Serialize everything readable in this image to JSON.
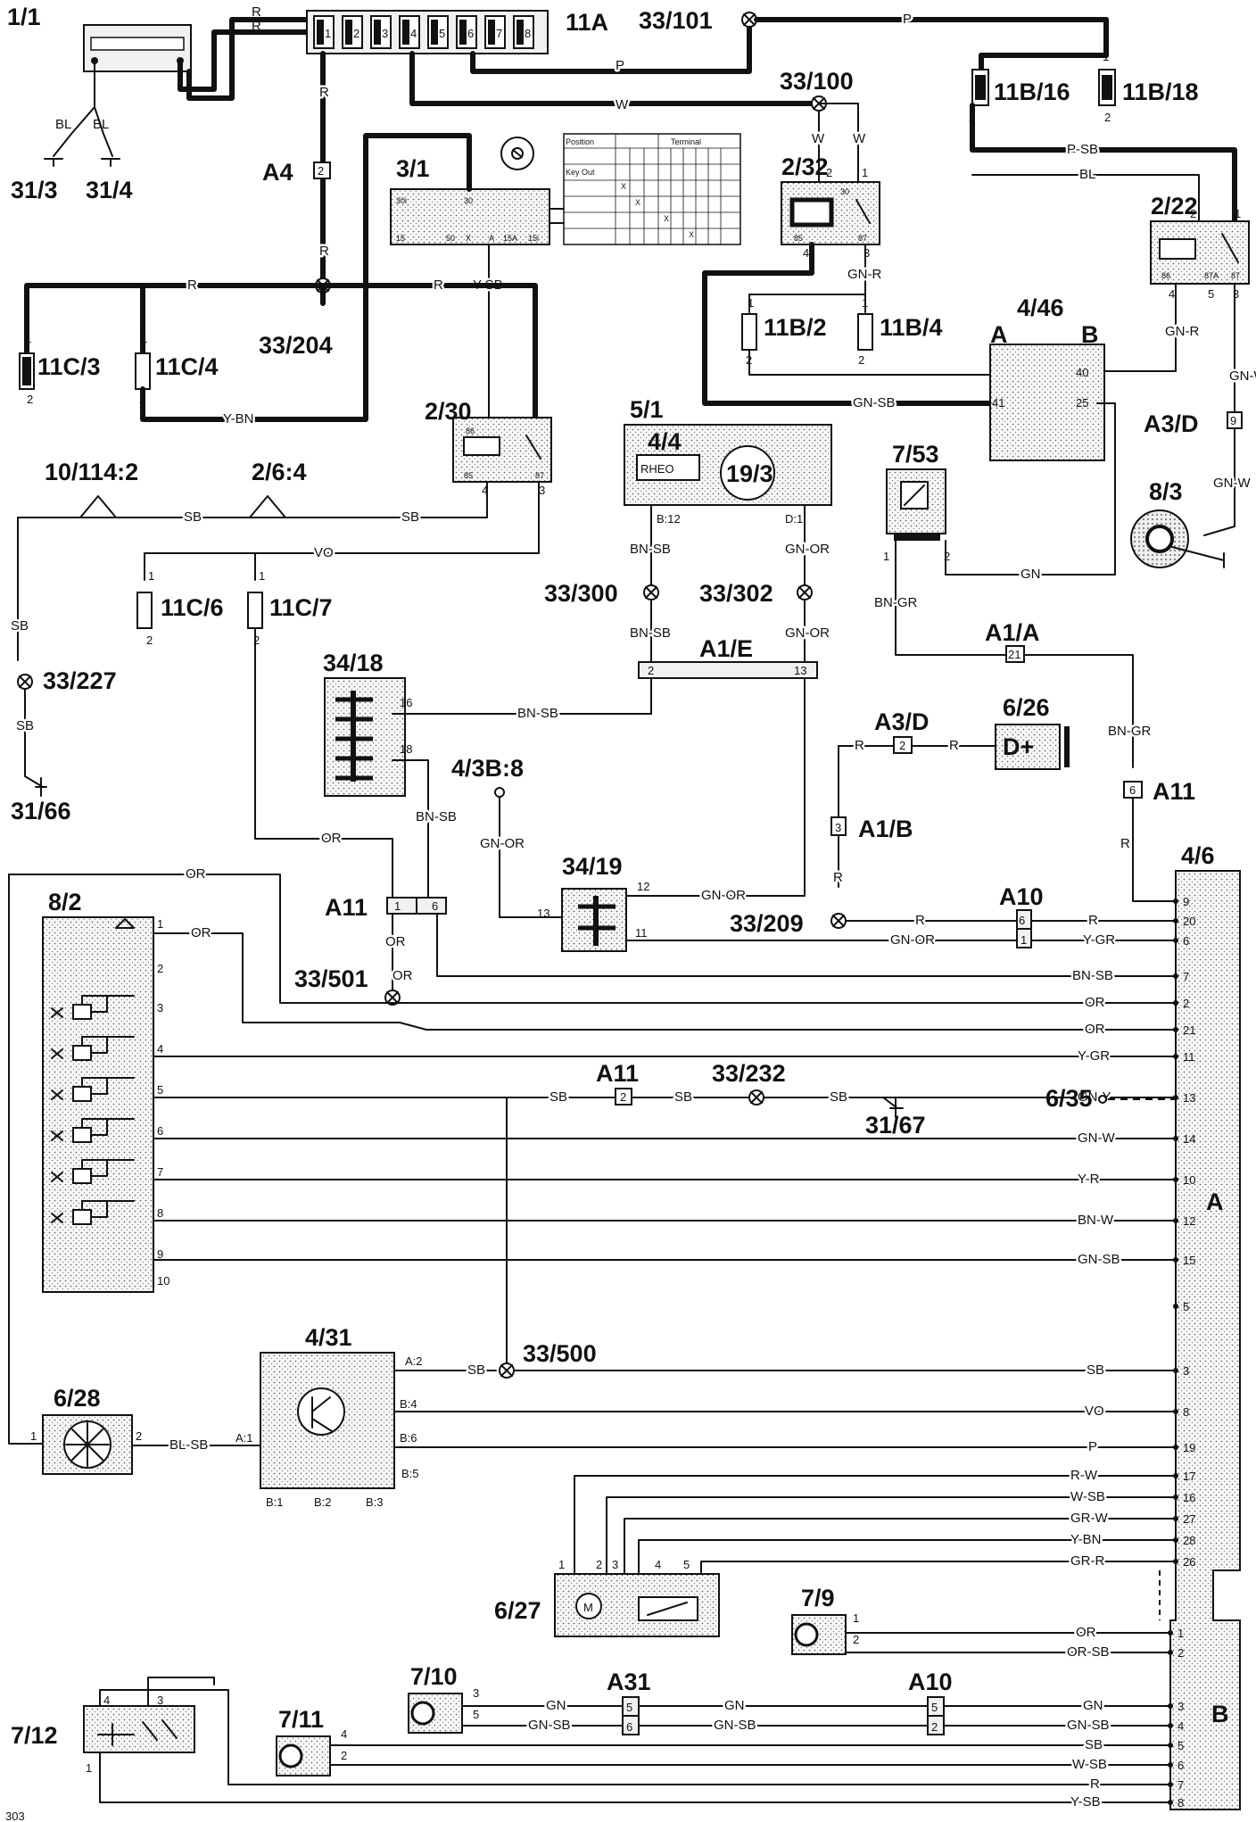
{
  "components": {
    "c_1_1": "1/1",
    "c_11A": "11A",
    "c_33_101": "33/101",
    "c_33_100": "33/100",
    "c_11B_16": "11B/16",
    "c_11B_18": "11B/18",
    "c_31_3": "31/3",
    "c_31_4": "31/4",
    "c_A4": "A4",
    "c_3_1": "3/1",
    "c_2_32": "2/32",
    "c_2_22": "2/22",
    "c_4_46": "4/46",
    "c_11C_3": "11C/3",
    "c_11C_4": "11C/4",
    "c_33_204": "33/204",
    "c_11B_2": "11B/2",
    "c_11B_4": "11B/4",
    "c_A3D_top": "A3/D",
    "c_8_3": "8/3",
    "c_2_30": "2/30",
    "c_5_1": "5/1",
    "c_4_4": "4/4",
    "c_19_3": "19/3",
    "c_7_53": "7/53",
    "c_10_114": "10/114:2",
    "c_2_6_4": "2/6:4",
    "c_11C_6": "11C/6",
    "c_11C_7": "11C/7",
    "c_33_300": "33/300",
    "c_33_302": "33/302",
    "c_A1E": "A1/E",
    "c_A1A": "A1/A",
    "c_33_227": "33/227",
    "c_34_18": "34/18",
    "c_A3D_mid": "A3/D",
    "c_6_26": "6/26",
    "c_A11_r": "A11",
    "c_4_3B8": "4/3B:8",
    "c_A1B": "A1/B",
    "c_31_66": "31/66",
    "c_A11_l": "A11",
    "c_34_19": "34/19",
    "c_A10_top": "A10",
    "c_4_6": "4/6",
    "c_8_2": "8/2",
    "c_33_209": "33/209",
    "c_33_501": "33/501",
    "c_A_label": "A",
    "c_A11_b": "A11",
    "c_33_232": "33/232",
    "c_6_35": "6/35",
    "c_4_31": "4/31",
    "c_31_67": "31/67",
    "c_33_500": "33/500",
    "c_6_28": "6/28",
    "c_6_27": "6/27",
    "c_7_9": "7/9",
    "c_7_10": "7/10",
    "c_A31": "A31",
    "c_A10_bot": "A10",
    "c_7_12": "7/12",
    "c_7_11": "7/11",
    "c_B_label": "B",
    "c_4_46_A": "A",
    "c_4_46_B": "B"
  },
  "inner": {
    "rheo": "RHEO",
    "dplus": "D+",
    "b12": "B:12",
    "d1": "D:1",
    "a2": "A:2",
    "b4": "B:4",
    "b6": "B:6",
    "b5": "B:5",
    "a1": "A:1",
    "b1": "B:1",
    "b2": "B:2",
    "b3": "B:3",
    "t30": "30",
    "t85": "85",
    "t86": "86",
    "t87": "87",
    "t87a": "87A",
    "t50": "50",
    "t15": "15",
    "t15a": "15A",
    "t30i": "30i",
    "t15i": "15i",
    "t_x": "X",
    "t_a": "A",
    "motor": "M",
    "sw_position": "Position",
    "sw_terminal": "Terminal",
    "sw_keyout": "Key Out"
  },
  "connectors": {
    "a4": "2",
    "a1e_l": "2",
    "a1e_r": "13",
    "a1a": "21",
    "a3d_mid": "2",
    "a11_r": "6",
    "a1b": "3",
    "a11_l1": "1",
    "a11_l2": "6",
    "a10_t1": "6",
    "a10_t2": "1",
    "a3d_top": "9",
    "a11_b": "2",
    "a31_1": "5",
    "a31_2": "6",
    "a10_b1": "5",
    "a10_b2": "2",
    "b46_40": "40",
    "b46_25": "25",
    "b46_41": "41"
  },
  "wires": {
    "R": "R",
    "P": "P",
    "W": "W",
    "BL": "BL",
    "PSB": "P-SB",
    "YSB": "Y-SB",
    "YBN": "Y-BN",
    "GNR": "GN-R",
    "GNSB": "GN-SB",
    "GNW": "GN-W",
    "SB": "SB",
    "VO": "VO",
    "GN": "GN",
    "BNSB": "BN-SB",
    "GNOR": "GN-OR",
    "BNGR": "BN-GR",
    "OR": "OR",
    "YGR": "Y-GR",
    "GNY": "GN-Y",
    "YR": "Y-R",
    "BNW": "BN-W",
    "BLSB": "BL-SB",
    "RW": "R-W",
    "WSB": "W-SB",
    "GRW": "GR-W",
    "YBN2": "Y-BN",
    "GRR": "GR-R",
    "ORSB": "OR-SB"
  },
  "pins_a": [
    "9",
    "20",
    "6",
    "7",
    "2",
    "21",
    "11",
    "13",
    "14",
    "10",
    "12",
    "15",
    "5",
    "3",
    "8",
    "19",
    "17",
    "16",
    "27",
    "28",
    "26"
  ],
  "pins_b": [
    "1",
    "2",
    "3",
    "4",
    "5",
    "6",
    "7",
    "8"
  ],
  "pins_misc": {
    "p1": "1",
    "p2": "2",
    "p3": "3",
    "p4": "4",
    "p5": "5",
    "p6": "6",
    "p7": "7",
    "p8": "8",
    "p9": "9",
    "p10": "10",
    "p11": "11",
    "p12": "12",
    "p13": "13",
    "p16": "16",
    "p18": "18",
    "fb1": "1",
    "fb2": "2",
    "fb3": "3",
    "fb4": "4",
    "fb5": "5",
    "fb6": "6",
    "fb7": "7",
    "fb8": "8"
  },
  "footer": "303"
}
